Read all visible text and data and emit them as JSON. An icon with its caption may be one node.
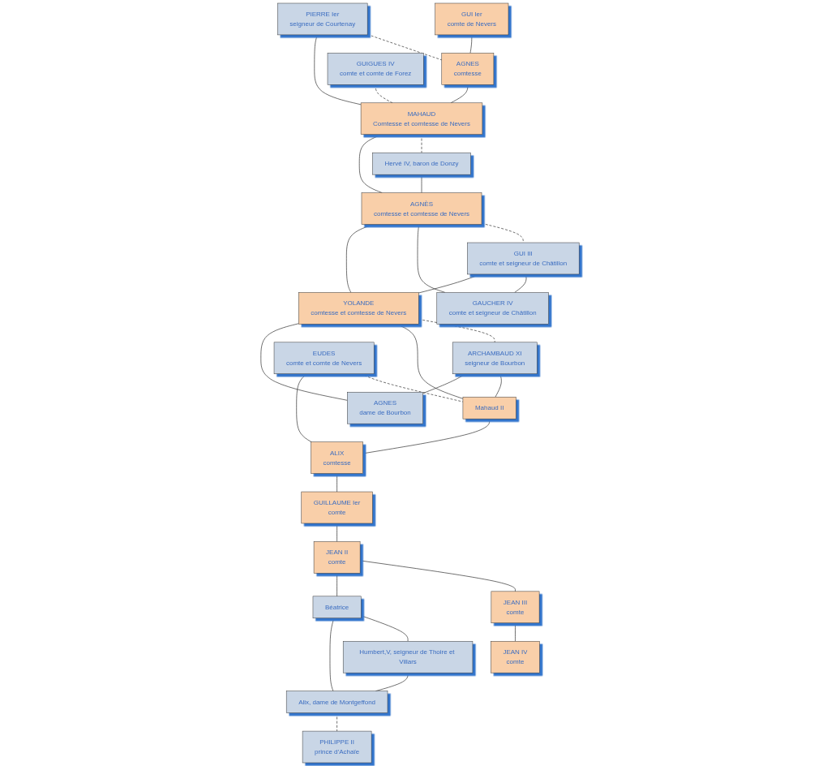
{
  "diagram": {
    "nodes": [
      {
        "text": [
          "GUI Ier",
          "comte de Nevers"
        ]
      },
      {
        "text": [
          "PIERRE Ier",
          "seigneur de Courtenay"
        ]
      },
      {
        "text": [
          "AGNES",
          "comtesse"
        ]
      },
      {
        "text": [
          "GUIGUES IV",
          "comte et comte de Forez"
        ]
      },
      {
        "text": [
          "MAHAUD",
          "Comtesse et comtesse de Nevers"
        ]
      },
      {
        "text": [
          "Hervé IV, baron de Donzy"
        ]
      },
      {
        "text": [
          "AGNÈS",
          "comtesse et comtesse de Nevers"
        ]
      },
      {
        "text": [
          "GUI III",
          "comte et seigneur de Châtillon"
        ]
      },
      {
        "text": [
          "GAUCHER IV",
          "comte et seigneur de Châtillon"
        ]
      },
      {
        "text": [
          "YOLANDE",
          "comtesse et comtesse de Nevers"
        ]
      },
      {
        "text": [
          "ARCHAMBAUD XI",
          "seigneur de Bourbon"
        ]
      },
      {
        "text": [
          "EUDES",
          "comte et comte de Nevers"
        ]
      },
      {
        "text": [
          "Mahaud II"
        ]
      },
      {
        "text": [
          "AGNES",
          "dame de Bourbon"
        ]
      },
      {
        "text": [
          "ALIX",
          "comtesse"
        ]
      },
      {
        "text": [
          "GUILLAUME Ier",
          "comte"
        ]
      },
      {
        "text": [
          "JEAN II",
          "comte"
        ]
      },
      {
        "text": [
          "JEAN III",
          "comte"
        ]
      },
      {
        "text": [
          "Béatrice"
        ]
      },
      {
        "text": [
          "Humbert,V, seigneur de Thoire et Villars"
        ]
      },
      {
        "text": [
          "JEAN IV",
          "comte"
        ]
      },
      {
        "text": [
          "Alix, dame de Montgeffond"
        ]
      },
      {
        "text": [
          "PHILIPPE II",
          "prince d’Achaïe"
        ]
      }
    ],
    "edges": [
      {
        "from": 0,
        "to": 2,
        "arrow": "none"
      },
      {
        "from": 1,
        "to": 2,
        "arrow": "none",
        "style": "dashed"
      },
      {
        "from": 1,
        "to": 4,
        "arrow": "none"
      },
      {
        "from": 2,
        "to": 4,
        "arrow": "none"
      },
      {
        "from": 3,
        "to": 4,
        "arrow": "none",
        "style": "dashed"
      },
      {
        "from": 4,
        "to": 5,
        "arrow": "none",
        "style": "dashed"
      },
      {
        "from": 4,
        "to": 6,
        "arrow": "none"
      },
      {
        "from": 5,
        "to": 6,
        "arrow": "none"
      },
      {
        "from": 6,
        "to": 7,
        "arrow": "none",
        "style": "dashed"
      },
      {
        "from": 6,
        "to": 8,
        "arrow": "none"
      },
      {
        "from": 7,
        "to": 8,
        "arrow": "none"
      },
      {
        "from": 6,
        "to": 9,
        "arrow": "none"
      },
      {
        "from": 7,
        "to": 9,
        "arrow": "none"
      },
      {
        "from": 9,
        "to": 10,
        "arrow": "none",
        "style": "dashed"
      },
      {
        "from": 9,
        "to": 12,
        "arrow": "none"
      },
      {
        "from": 10,
        "to": 12,
        "arrow": "none"
      },
      {
        "from": 9,
        "to": 13,
        "arrow": "none"
      },
      {
        "from": 10,
        "to": 13,
        "arrow": "none"
      },
      {
        "from": 11,
        "to": 12,
        "arrow": "none",
        "style": "dashed"
      },
      {
        "from": 11,
        "to": 14,
        "arrow": "none"
      },
      {
        "from": 12,
        "to": 14,
        "arrow": "none"
      },
      {
        "from": 14,
        "to": 15,
        "arrow": "none"
      },
      {
        "from": 15,
        "to": 16,
        "arrow": "none"
      },
      {
        "from": 16,
        "to": 17,
        "arrow": "none"
      },
      {
        "from": 16,
        "to": 18,
        "arrow": "none"
      },
      {
        "from": 17,
        "to": 20,
        "arrow": "none"
      },
      {
        "from": 18,
        "to": 19,
        "arrow": "none"
      },
      {
        "from": 18,
        "to": 21,
        "arrow": "none"
      },
      {
        "from": 19,
        "to": 21,
        "arrow": "none"
      },
      {
        "from": 21,
        "to": 22,
        "arrow": "none",
        "style": "dashed"
      }
    ]
  }
}
